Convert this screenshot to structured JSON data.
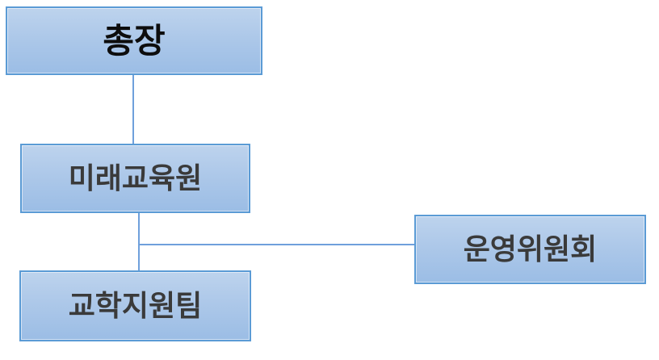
{
  "diagram": {
    "type": "org-chart",
    "background": "#ffffff",
    "colors": {
      "box_border": "#5B9BD5",
      "box_fill_top": "#BDD3ED",
      "box_fill_bottom": "#9BBDE5",
      "connector_line": "#6FA0DC",
      "root_text": "#0D0D0D",
      "node_text": "#3A3A3A"
    },
    "nodes": [
      {
        "id": "chancellor",
        "label": "총장"
      },
      {
        "id": "future-education-institute",
        "label": "미래교육원"
      },
      {
        "id": "steering-committee",
        "label": "운영위원회"
      },
      {
        "id": "academic-support-team",
        "label": "교학지원팀"
      }
    ],
    "edges": [
      {
        "from": "총장",
        "to": "미래교육원",
        "style": "vertical"
      },
      {
        "from": "미래교육원",
        "to": "교학지원팀",
        "style": "vertical"
      },
      {
        "from": "미래교육원",
        "to": "운영위원회",
        "style": "horizontal-branch"
      }
    ]
  }
}
